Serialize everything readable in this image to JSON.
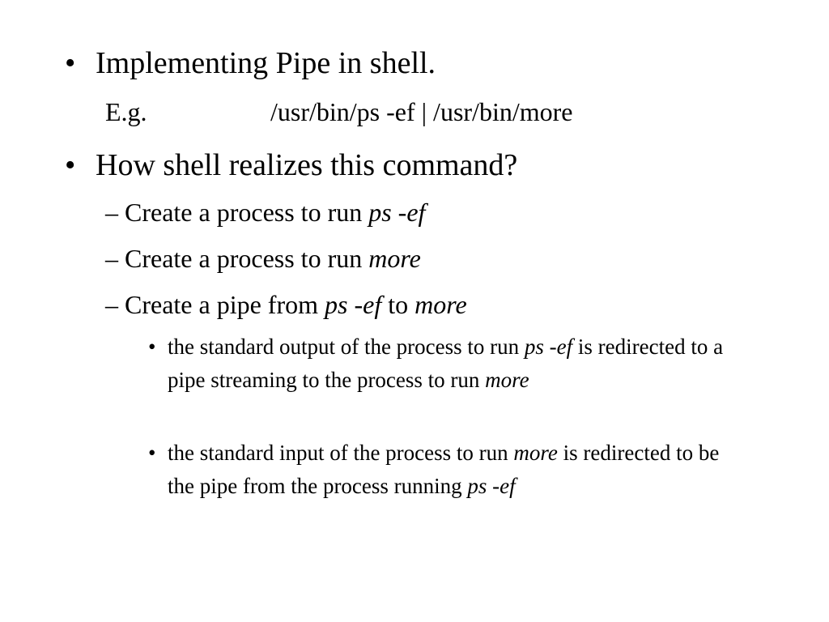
{
  "slide": {
    "bullet_marker": "•",
    "dash_marker": "–",
    "point1": {
      "text": "Implementing Pipe in shell."
    },
    "example": {
      "label": "E.g.",
      "command": "/usr/bin/ps -ef | /usr/bin/more"
    },
    "point2": {
      "text": "How shell realizes this command?"
    },
    "sub1": {
      "prefix": "Create a process to run ",
      "emph": "ps -ef"
    },
    "sub2": {
      "prefix": "Create a process to run ",
      "emph": "more"
    },
    "sub3": {
      "prefix": "Create a pipe from ",
      "emph1": "ps -ef",
      "mid": " to ",
      "emph2": "more"
    },
    "detail1": {
      "prefix": "the standard output of the process to run ",
      "emph1": "ps -ef",
      "mid": " is redirected to a pipe streaming to the process to run ",
      "emph2": "more"
    },
    "detail2": {
      "prefix": "the standard input of the process to run ",
      "emph1": "more",
      "mid": " is redirected to be the pipe from the process running ",
      "emph2": "ps -ef"
    }
  }
}
